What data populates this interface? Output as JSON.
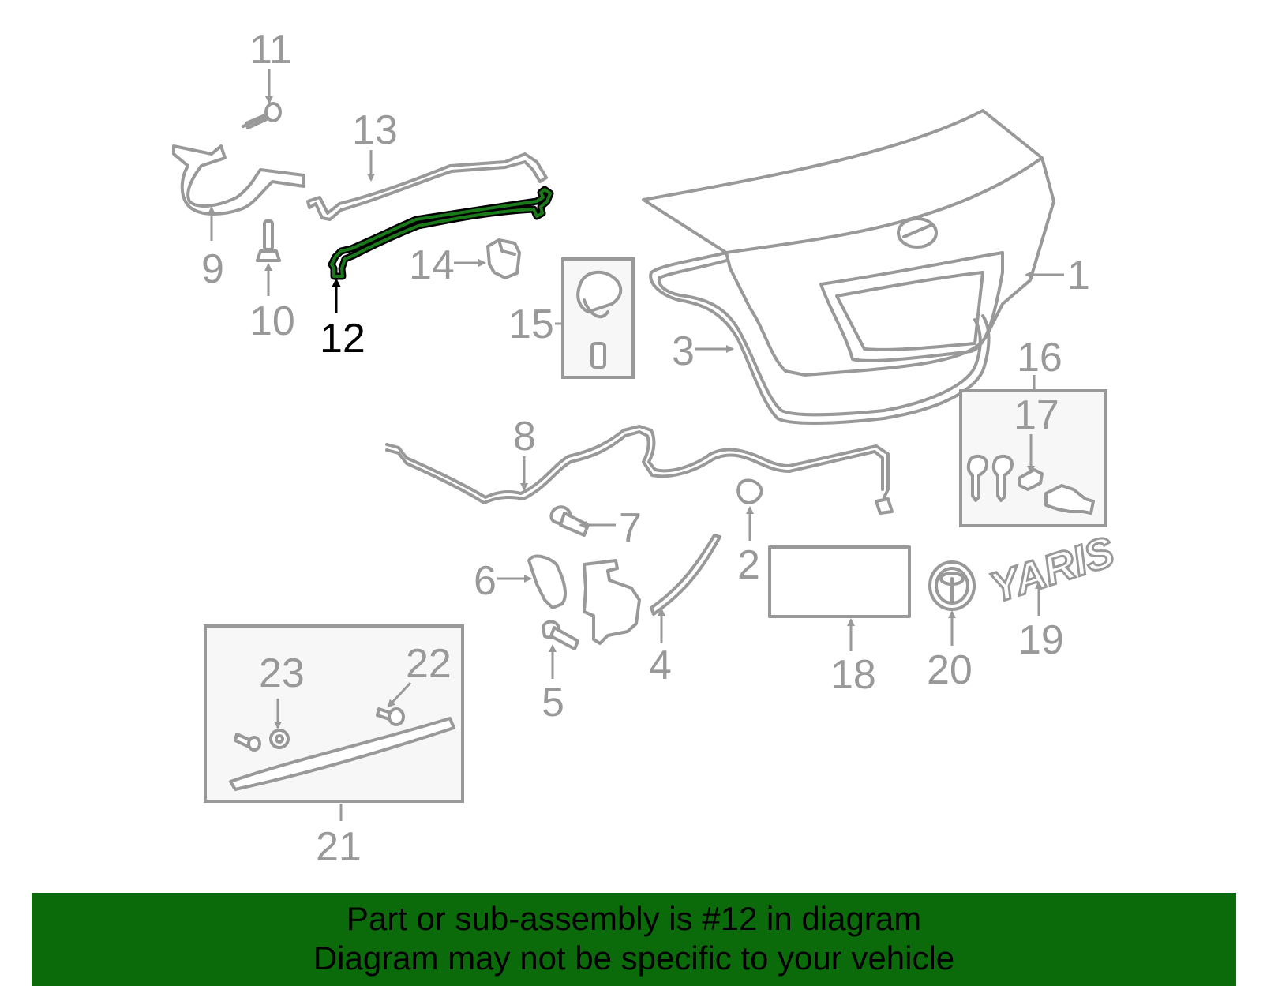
{
  "highlighted_part": "12",
  "colors": {
    "part_stroke": "#999999",
    "highlight": "#000000",
    "highlight_inner": "#1a7a1a",
    "banner_bg": "#0b6b0b"
  },
  "callouts": {
    "c1": "1",
    "c2": "2",
    "c3": "3",
    "c4": "4",
    "c5": "5",
    "c6": "6",
    "c7": "7",
    "c8": "8",
    "c9": "9",
    "c10": "10",
    "c11": "11",
    "c12": "12",
    "c13": "13",
    "c14": "14",
    "c15": "15",
    "c16": "16",
    "c17": "17",
    "c18": "18",
    "c19": "19",
    "c20": "20",
    "c21": "21",
    "c22": "22",
    "c23": "23"
  },
  "emblem_text": "YARIS",
  "banner": {
    "line1": "Part or sub-assembly is #12 in diagram",
    "line2": "Diagram may not be specific to your vehicle"
  }
}
